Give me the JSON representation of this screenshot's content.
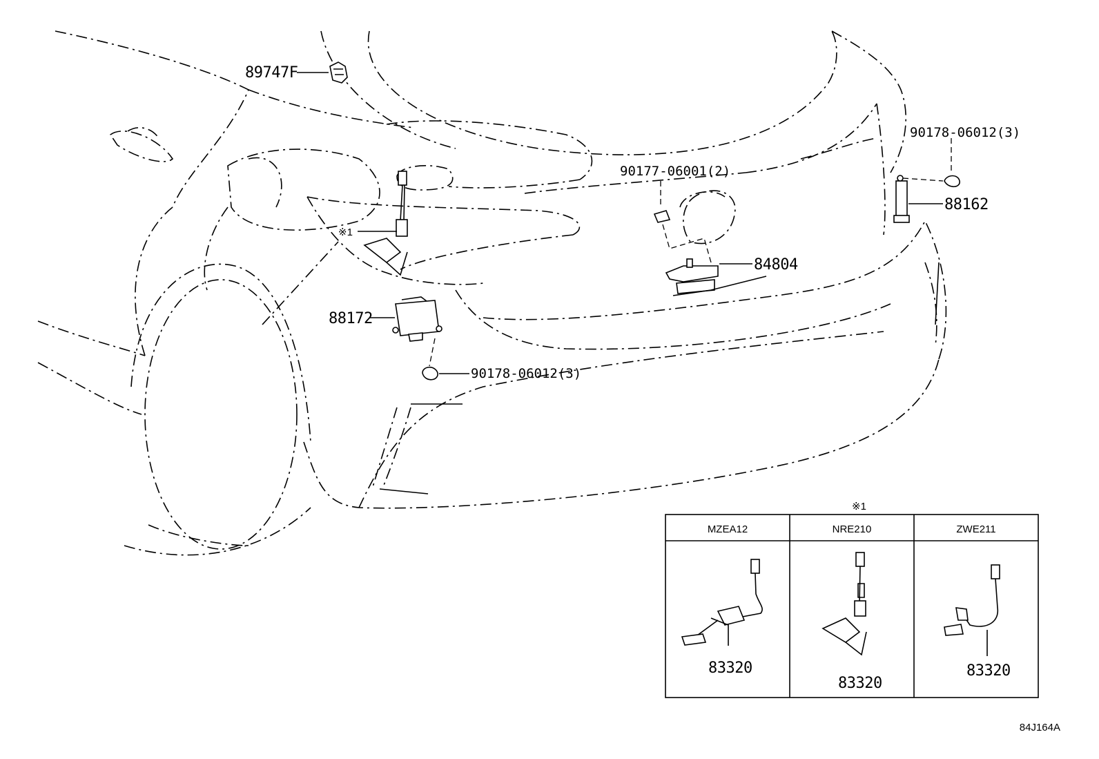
{
  "callouts": {
    "p89747f": "89747F",
    "p90177": "90177-06001(2)",
    "p90178_top": "90178-06012(3)",
    "p88162": "88162",
    "p84804": "84804",
    "p88172": "88172",
    "p90178_mid": "90178-06012(3)",
    "note_ref": "※1"
  },
  "inset": {
    "title": "※1",
    "columns": [
      {
        "header": "MZEA12",
        "part": "83320"
      },
      {
        "header": "NRE210",
        "part": "83320"
      },
      {
        "header": "ZWE211",
        "part": "83320"
      }
    ]
  },
  "diagram_code": "84J164A"
}
